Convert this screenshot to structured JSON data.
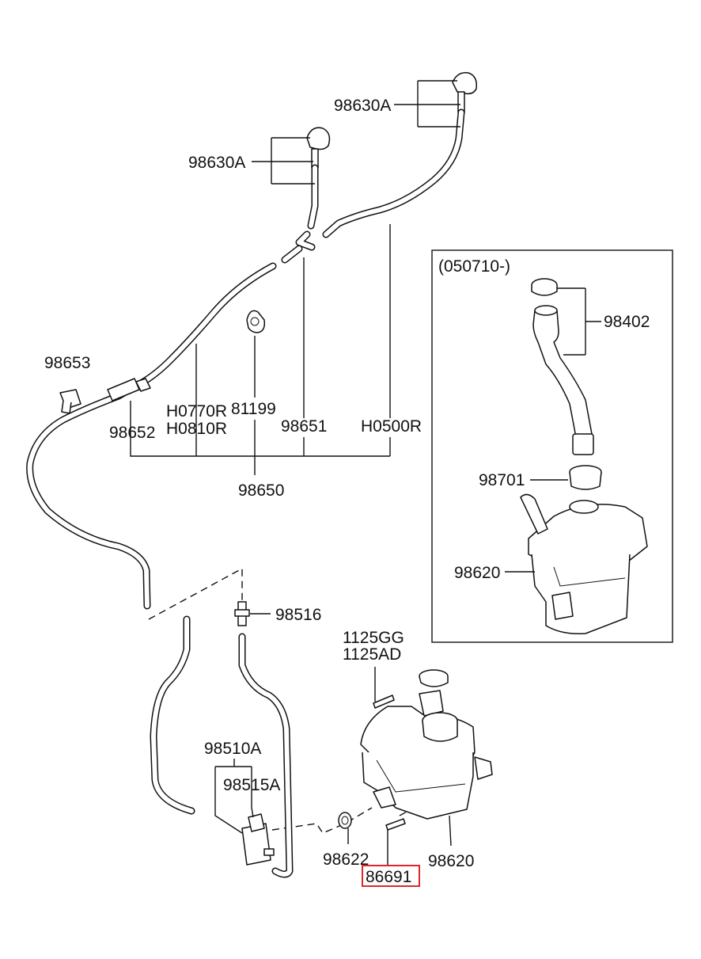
{
  "callouts": {
    "nozzle_left": "98630A",
    "nozzle_right": "98630A",
    "connector_clip": "98653",
    "hose_assembly": "98650",
    "hose_sub1": "98652",
    "hose_sub2_a": "H0770R",
    "hose_sub2_b": "H0810R",
    "clip_81199": "81199",
    "hose_sub3": "98651",
    "hose_sub4": "H0500R",
    "inset_range": "(050710-)",
    "inset_filler_neck": "98402",
    "inset_seal": "98701",
    "inset_reservoir": "98620",
    "joint": "98516",
    "pump": "98510A",
    "pump_sub": "98515A",
    "bolt_a": "1125GG",
    "bolt_b": "1125AD",
    "grommet": "98622",
    "screw_highlighted": "86691",
    "reservoir": "98620"
  },
  "highlight_color": "#e0262b"
}
